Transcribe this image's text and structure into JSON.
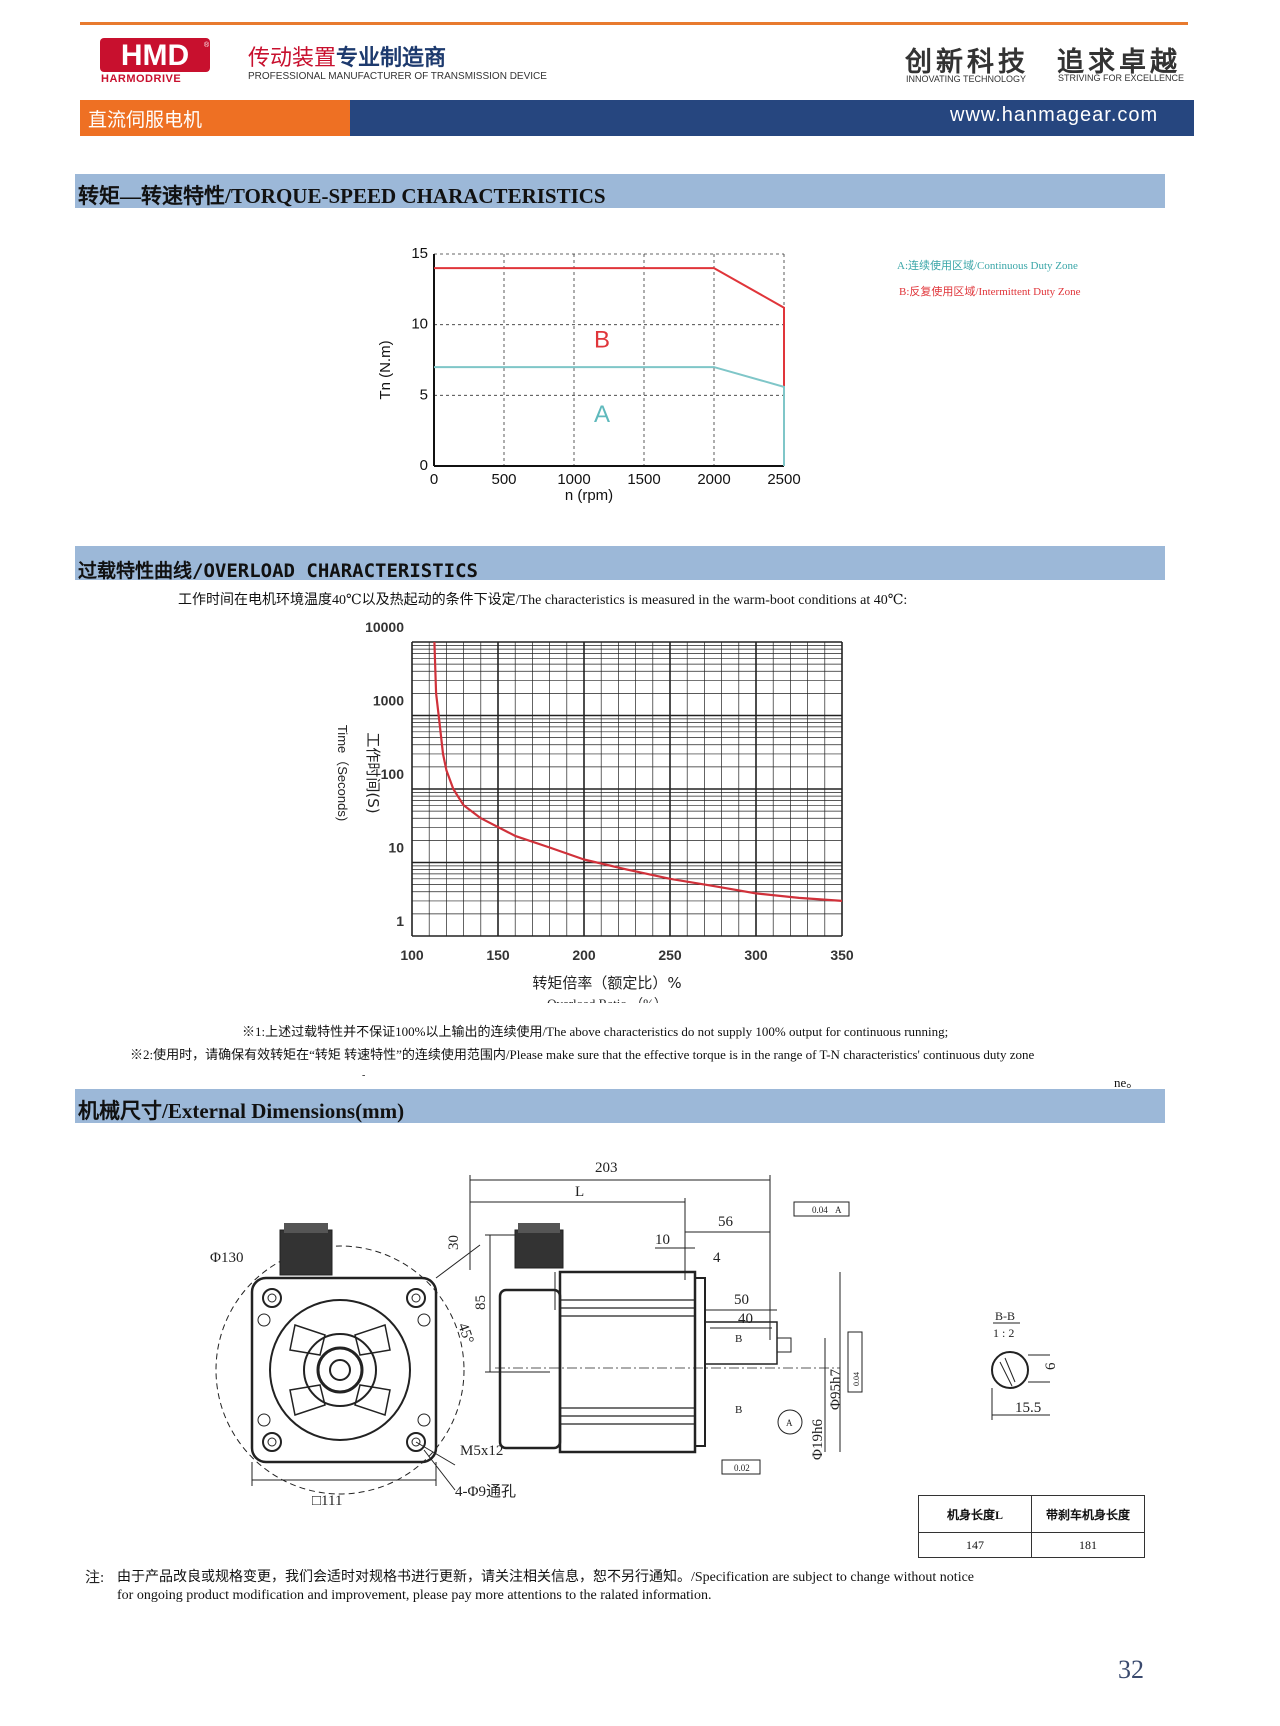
{
  "header": {
    "logo_text": "HMD",
    "logo_sub": "HARMODRIVE",
    "tagline_cn_a": "传动装置",
    "tagline_cn_b": "专业制造商",
    "tagline_en": "PROFESSIONAL MANUFACTURER OF TRANSMISSION DEVICE",
    "slogan_1": "创新科技",
    "slogan_1_en": "INNOVATING TECHNOLOGY",
    "slogan_2": "追求卓越",
    "slogan_2_en": "STRIVING FOR EXCELLENCE",
    "category": "直流伺服电机",
    "website": "www.hanmagear.com",
    "colors": {
      "orange": "#ee7023",
      "navy": "#26467f",
      "section_bar": "#9cb8d8"
    }
  },
  "sections": {
    "torque_title": "转矩—转速特性/TORQUE-SPEED CHARACTERISTICS",
    "overload_title": "过载特性曲线/OVERLOAD CHARACTERISTICS",
    "overload_condition": "工作时间在电机环境温度40℃以及热起动的条件下设定/The characteristics is measured in the warm-boot conditions at 40℃:",
    "dimensions_title": "机械尺寸/External Dimensions(mm)"
  },
  "chart_data": [
    {
      "type": "line",
      "xlabel": "n (rpm)",
      "ylabel": "Tn (N.m)",
      "xlim": [
        0,
        2500
      ],
      "ylim": [
        0,
        15
      ],
      "x_ticks": [
        "0",
        "500",
        "1000",
        "1500",
        "2000",
        "2500"
      ],
      "y_ticks": [
        "0",
        "5",
        "10",
        "15"
      ],
      "grid": true,
      "zone_labels": [
        "A",
        "B"
      ],
      "legend": [
        "A:连续使用区域/Continuous Duty Zone",
        "B:反复使用区域/Intermittent Duty Zone"
      ],
      "legend_position": "right",
      "series": [
        {
          "name": "B",
          "color": "#e0353a",
          "points": [
            [
              0,
              14
            ],
            [
              2000,
              14
            ],
            [
              2500,
              11.2
            ],
            [
              2500,
              0
            ]
          ]
        },
        {
          "name": "A",
          "color": "#7fc6c8",
          "points": [
            [
              0,
              7
            ],
            [
              2000,
              7
            ],
            [
              2500,
              5.6
            ],
            [
              2500,
              0
            ]
          ]
        }
      ]
    },
    {
      "type": "line",
      "xlabel": "转矩倍率（额定比）%",
      "xlabel_en": "Overload Ratio （%）",
      "ylabel": "工作时间(S)",
      "ylabel_en": "Time（Seconds)",
      "y_scale": "log",
      "xlim": [
        100,
        350
      ],
      "ylim": [
        1,
        10000
      ],
      "x_ticks": [
        "100",
        "150",
        "200",
        "250",
        "300",
        "350"
      ],
      "y_ticks": [
        "1",
        "10",
        "100",
        "1000",
        "10000"
      ],
      "grid": true,
      "series": [
        {
          "color": "#d0313a",
          "points": [
            [
              113,
              10000
            ],
            [
              114,
              2000
            ],
            [
              116,
              800
            ],
            [
              118,
              300
            ],
            [
              120,
              180
            ],
            [
              124,
              100
            ],
            [
              130,
              60
            ],
            [
              140,
              40
            ],
            [
              160,
              23
            ],
            [
              180,
              16
            ],
            [
              200,
              11
            ],
            [
              225,
              8
            ],
            [
              250,
              6
            ],
            [
              275,
              4.8
            ],
            [
              300,
              3.8
            ],
            [
              325,
              3.3
            ],
            [
              350,
              3
            ]
          ]
        }
      ]
    }
  ],
  "overload_notes": {
    "note1": "※1:上述过载特性并不保证100%以上输出的连续使用/The above characteristics do not supply 100% output for continuous running;",
    "note2": "※2:使用时，请确保有效转矩在“转矩 转速特性”的连续使用范围内/Please make sure that the effective torque is in the range of T-N characteristics' continuous duty zone",
    "note2_tail": "ne。",
    "stray_mark": "-"
  },
  "drawing": {
    "front": {
      "d130": "Φ130",
      "d30": "30",
      "angle": "45°",
      "d85": "85",
      "m5": "M5x12",
      "holes": "4-Φ9通孔",
      "sq111": "□111"
    },
    "side": {
      "d203": "203",
      "L": "L",
      "d56": "56",
      "d10": "10",
      "d4": "4",
      "d50": "50",
      "d40": "40",
      "tol1": "0.04",
      "tol2": "0.04",
      "tol3": "0.02",
      "datum_a": "A",
      "bb1": "B",
      "bb2": "B",
      "d95": "Φ95h7",
      "d19": "Φ19h6"
    },
    "section": {
      "title": "B-B",
      "scale": "1 : 2",
      "d6": "6",
      "d155": "15.5"
    }
  },
  "table": {
    "headers": [
      "机身长度L",
      "带刹车机身长度"
    ],
    "values": [
      "147",
      "181"
    ]
  },
  "footer": {
    "note_label": "注:",
    "note_line1": "由于产品改良或规格变更，我们会适时对规格书进行更新，请关注相关信息，恕不另行通知。/Specification are subject to change without notice",
    "note_line2": "for ongoing product modification and improvement, please pay more attentions to the ralated information.",
    "page_number": "32"
  }
}
